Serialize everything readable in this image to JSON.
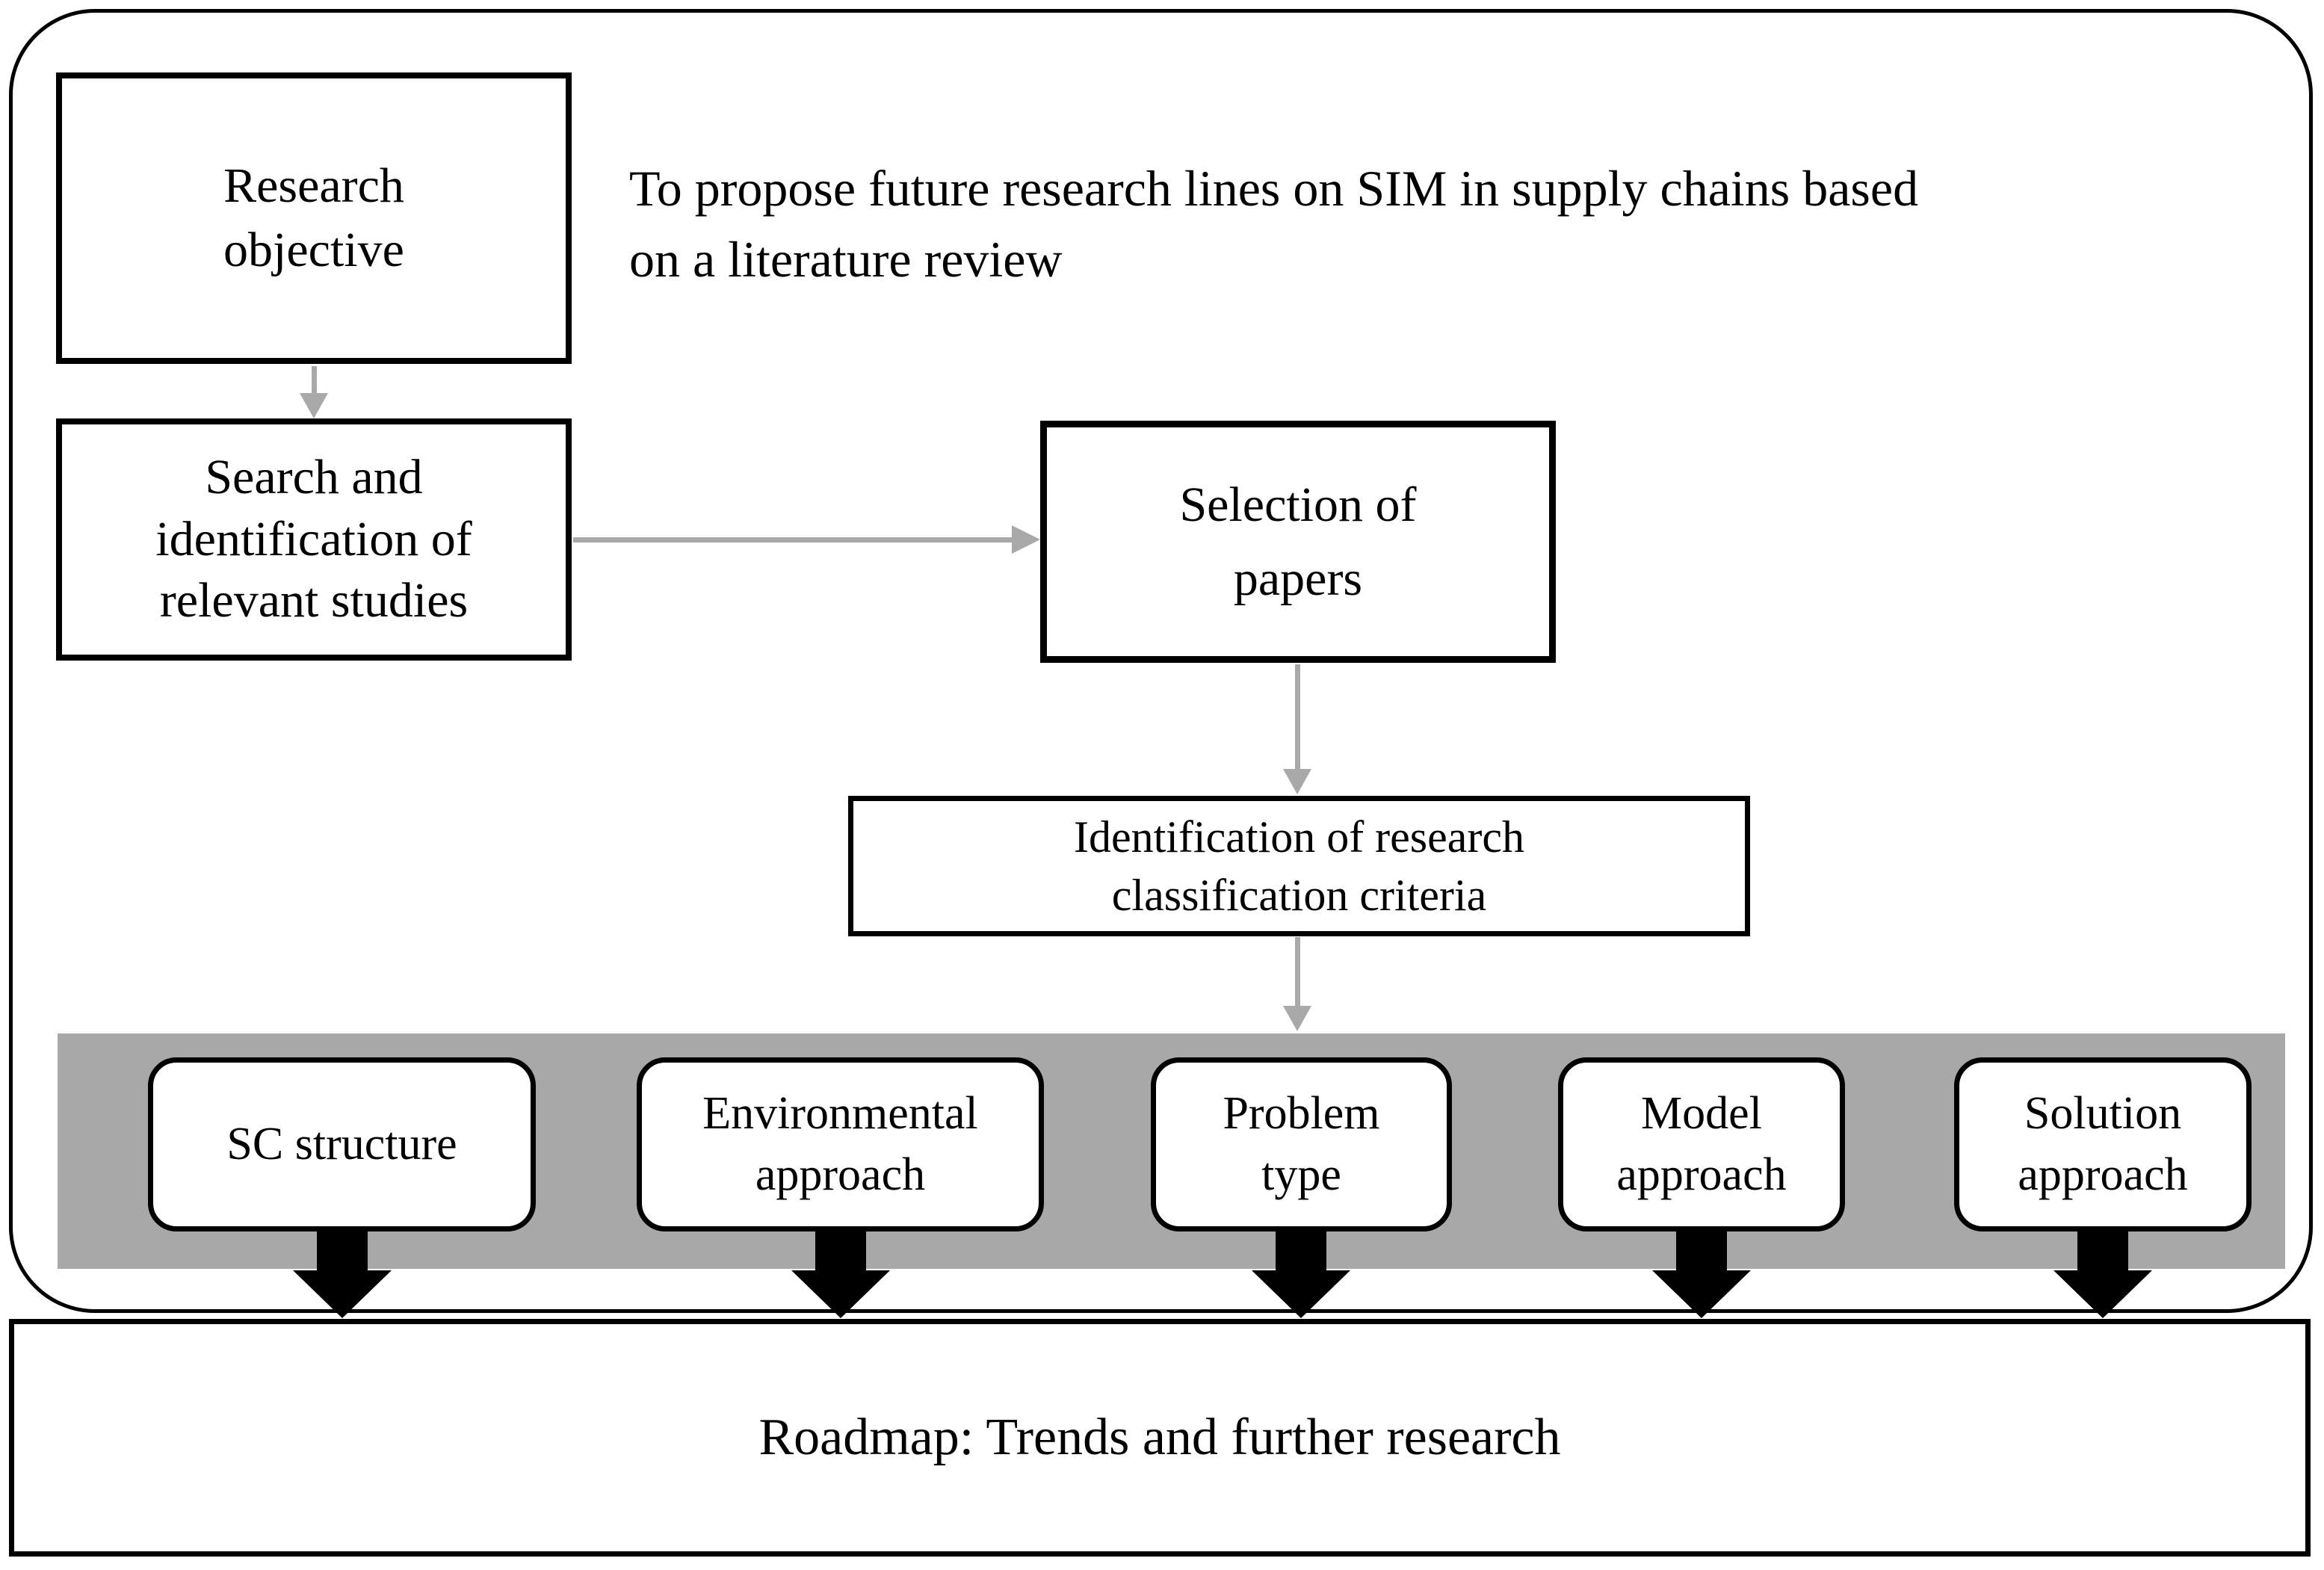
{
  "diagram": {
    "colors": {
      "band_background": "#a8a8a8",
      "gray_arrow": "#a9a9a9",
      "box_border": "#000000",
      "box_fill": "#ffffff",
      "text": "#000000"
    },
    "objective_note": {
      "lines": [
        "To propose future research lines on SIM in supply chains based",
        "on a literature review"
      ]
    },
    "boxes": {
      "research": {
        "lines": [
          "Research",
          "objective"
        ]
      },
      "search": {
        "lines": [
          "Search and",
          "identification of",
          "relevant studies"
        ]
      },
      "selection": {
        "lines": [
          "Selection of",
          "papers"
        ]
      },
      "identification": {
        "lines": [
          "Identification of research",
          "classification criteria"
        ]
      }
    },
    "criteria_band": {
      "items": [
        {
          "id": "sc-structure",
          "lines": [
            "SC structure"
          ]
        },
        {
          "id": "environmental-approach",
          "lines": [
            "Environmental",
            "approach"
          ]
        },
        {
          "id": "problem-type",
          "lines": [
            "Problem",
            "type"
          ]
        },
        {
          "id": "model-approach",
          "lines": [
            "Model",
            "approach"
          ]
        },
        {
          "id": "solution-approach",
          "lines": [
            "Solution",
            "approach"
          ]
        }
      ]
    },
    "roadmap": {
      "label": "Roadmap: Trends and further research"
    }
  }
}
